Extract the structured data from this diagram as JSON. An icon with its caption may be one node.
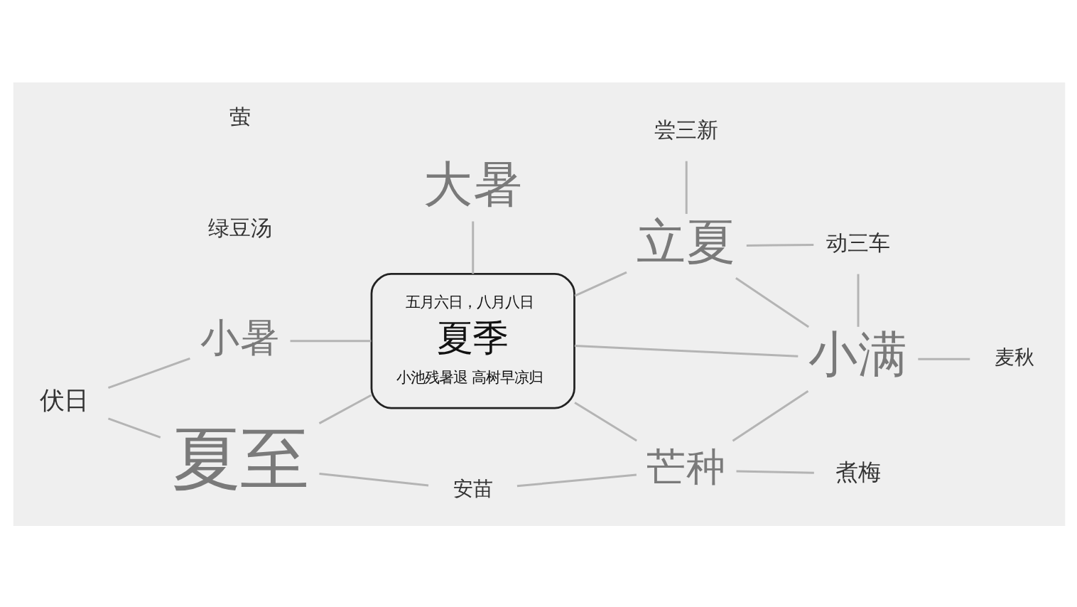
{
  "diagram": {
    "nodes": [
      {
        "text": [
          "大暑"
        ]
      },
      {
        "text": [
          "尝三新"
        ]
      },
      {
        "text": [
          "动三车"
        ]
      },
      {
        "text": [
          "立夏"
        ]
      },
      {
        "text": [
          "小暑"
        ]
      },
      {
        "text": [
          "五月六日，八月八日",
          "夏季",
          "小池残暑退 高树早凉归"
        ]
      },
      {
        "text": [
          "伏日"
        ]
      },
      {
        "text": [
          "小满"
        ]
      },
      {
        "text": [
          "麦秋"
        ]
      },
      {
        "text": [
          "夏至"
        ]
      },
      {
        "text": [
          "安苗"
        ]
      },
      {
        "text": [
          "芒种"
        ]
      },
      {
        "text": [
          "煮梅"
        ]
      }
    ],
    "edges": [
      {
        "from": 0,
        "to": 5,
        "arrow": "none"
      },
      {
        "from": 4,
        "to": 5,
        "arrow": "none"
      },
      {
        "from": 4,
        "to": 6,
        "arrow": "none"
      },
      {
        "from": 6,
        "to": 9,
        "arrow": "none"
      },
      {
        "from": 9,
        "to": 5,
        "arrow": "none"
      },
      {
        "from": 9,
        "to": 10,
        "arrow": "none"
      },
      {
        "from": 10,
        "to": 11,
        "arrow": "none"
      },
      {
        "from": 11,
        "to": 5,
        "arrow": "none"
      },
      {
        "from": 11,
        "to": 12,
        "arrow": "none"
      },
      {
        "from": 11,
        "to": 7,
        "arrow": "none"
      },
      {
        "from": 7,
        "to": 8,
        "arrow": "none"
      },
      {
        "from": 5,
        "to": 7,
        "arrow": "none"
      },
      {
        "from": 3,
        "to": 5,
        "arrow": "none"
      },
      {
        "from": 3,
        "to": 1,
        "arrow": "none"
      },
      {
        "from": 3,
        "to": 2,
        "arrow": "none"
      },
      {
        "from": 3,
        "to": 7,
        "arrow": "none"
      },
      {
        "from": 2,
        "to": 7,
        "arrow": "none"
      }
    ],
    "labels": [
      "绿豆汤",
      "萤"
    ]
  }
}
